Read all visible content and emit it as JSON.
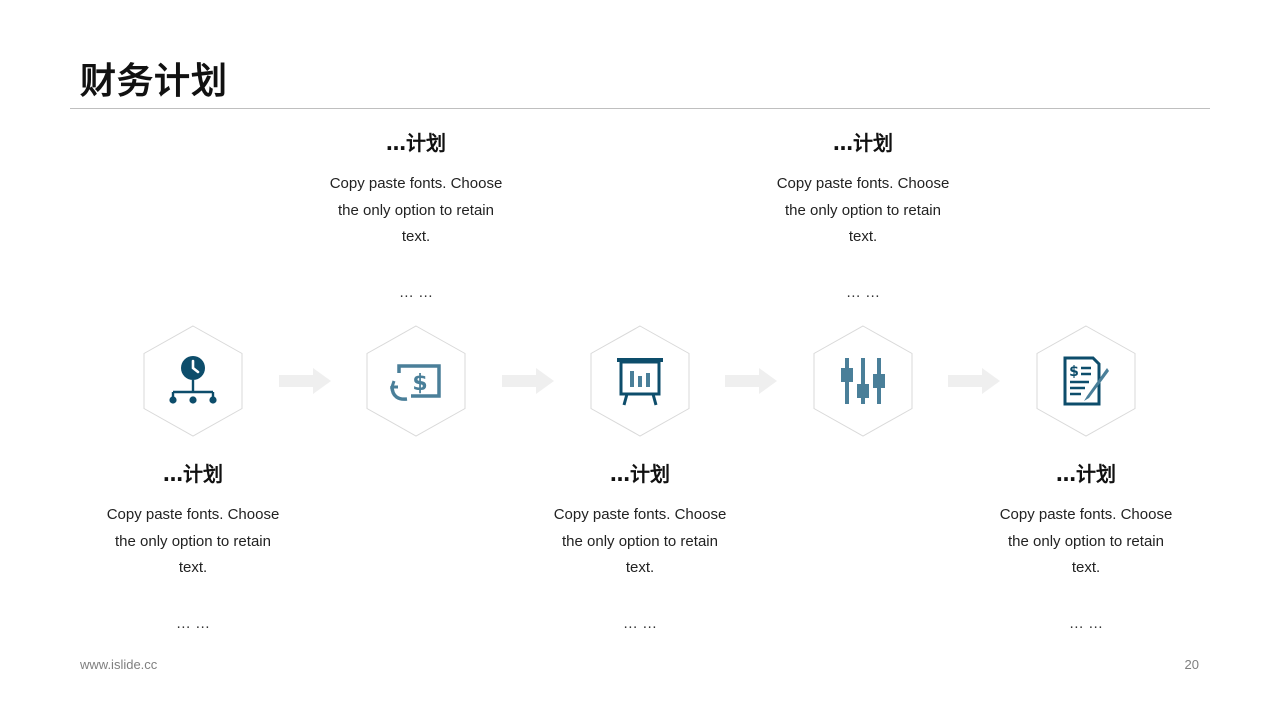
{
  "slide": {
    "title": "财务计划",
    "footer": {
      "website": "www.islide.cc",
      "page_number": "20"
    }
  },
  "colors": {
    "icon_dark": "#0d4d6b",
    "icon_mid": "#4a7f99",
    "hex_stroke": "#d9d9d9",
    "arrow": "#efefef",
    "rule": "#bfbfbf"
  },
  "steps": [
    {
      "icon": "clock-network-icon",
      "heading": "…计划",
      "body": [
        "Copy paste fonts. Choose",
        "the only option to retain",
        "text."
      ],
      "more": "… …"
    },
    {
      "icon": "money-transfer-icon",
      "heading": "…计划",
      "body": [
        "Copy paste fonts. Choose",
        "the only option to retain",
        "text."
      ],
      "more": "… …"
    },
    {
      "icon": "presentation-chart-icon",
      "heading": "…计划",
      "body": [
        "Copy paste fonts. Choose",
        "the only option to retain",
        "text."
      ],
      "more": "… …"
    },
    {
      "icon": "sliders-icon",
      "heading": "…计划",
      "body": [
        "Copy paste fonts. Choose",
        "the only option to retain",
        "text."
      ],
      "more": "… …"
    },
    {
      "icon": "invoice-sign-icon",
      "heading": "…计划",
      "body": [
        "Copy paste fonts. Choose",
        "the only option to retain",
        "text."
      ],
      "more": "… …"
    }
  ]
}
